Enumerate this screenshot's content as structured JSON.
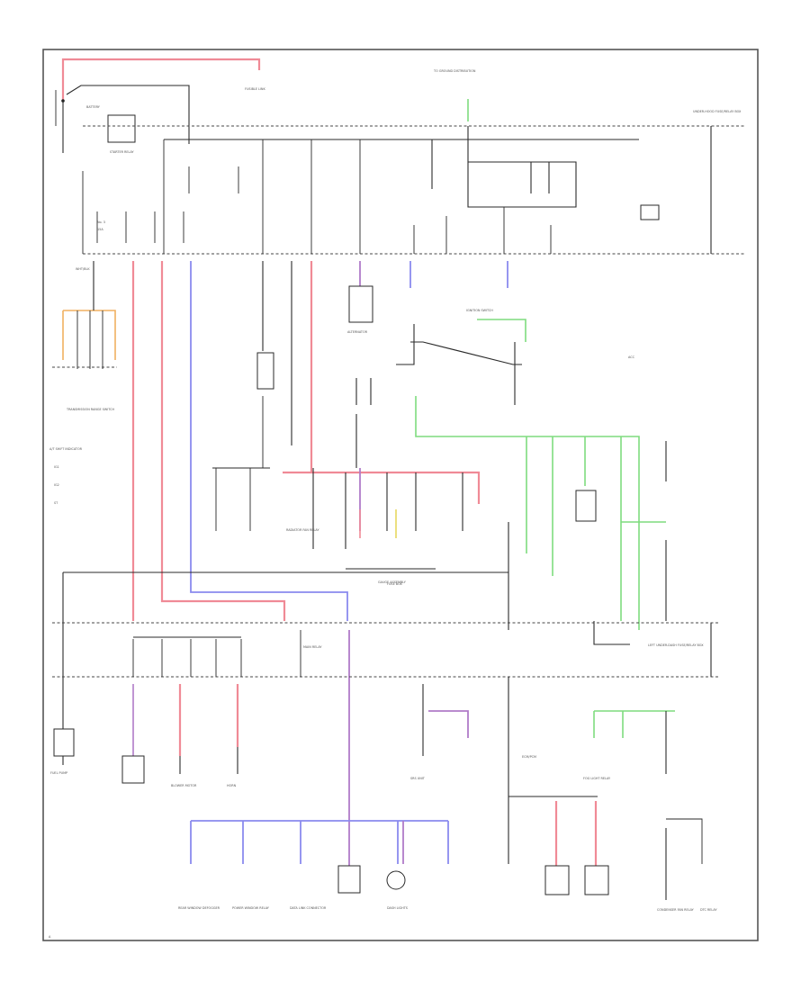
{
  "diagram": {
    "colors": {
      "frame": "#555555",
      "wire": "#2a2a2a",
      "red_wire": "#f08a96",
      "blue_wire": "#8a8aee",
      "green_wire": "#7fdc7f",
      "violet_wire": "#b07bc8",
      "orange_wire": "#f0b060",
      "yellow_wire": "#e8d860"
    },
    "labels": {
      "battery": "BATTERY",
      "starter_relay": "STARTER RELAY",
      "fusible_link": "FUSIBLE LINK",
      "to_ground": "TO GROUND DISTRIBUTION",
      "underhood_box": "UNDER-HOOD FUSE/RELAY BOX",
      "left_underhood": "LEFT UNDER-DASH FUSE/RELAY BOX",
      "transmission_range": "TRANSMISSION RANGE SWITCH",
      "at_shift": "A/T SHIFT INDICATOR",
      "alt": "ALTERNATOR",
      "gauge_assy": "GAUGE ASSEMBLY",
      "ignition_switch": "IGNITION SWITCH",
      "radiator_fan": "RADIATOR FAN RELAY",
      "blower_motor": "BLOWER MOTOR",
      "condenser_fan": "CONDENSER FAN RELAY",
      "dtc_relay": "DTC RELAY",
      "fuel_pump": "FUEL PUMP",
      "data_link": "DATA LINK CONNECTOR",
      "rear_window": "REAR WINDOW DEFOGGER",
      "power_window": "POWER WINDOW RELAY",
      "horn": "HORN",
      "fog_light": "FOG LIGHT RELAY",
      "dash_lights": "DASH LIGHTS",
      "srs_unit": "SRS UNIT",
      "ecm": "ECM/PCM",
      "fuse_box": "FUSE BOX",
      "acc": "ACC",
      "ig1": "IG1",
      "ig2": "IG2",
      "st": "ST",
      "main_relay": "MAIN RELAY",
      "wire_lbl": "WHT/BLK",
      "fuse_lbl": "No. 3",
      "amp_lbl": "15A",
      "page_ref": "A"
    }
  }
}
